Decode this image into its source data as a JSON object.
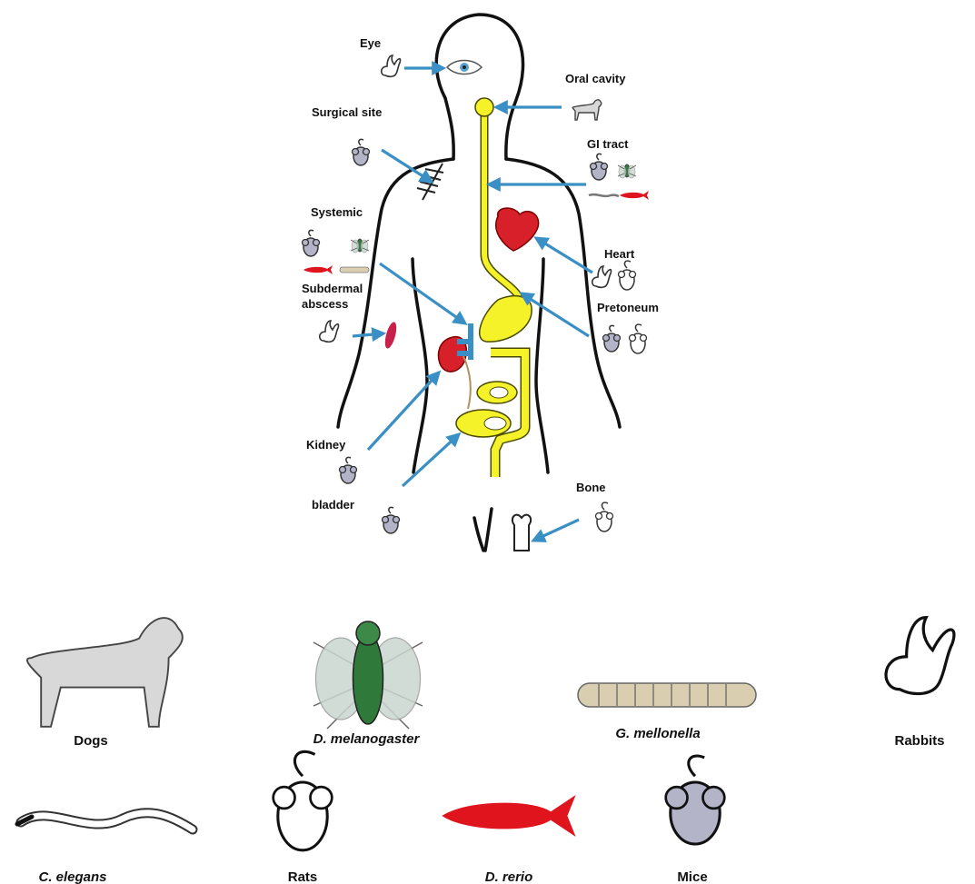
{
  "site_labels": {
    "eye": "Eye",
    "oral_cavity": "Oral cavity",
    "surgical_site": "Surgical site",
    "gi_tract": "GI tract",
    "systemic": "Systemic",
    "heart": "Heart",
    "subdermal_abscess_line1": "Subdermal",
    "subdermal_abscess_line2": "abscess",
    "pretoneum": "Pretoneum",
    "kidney": "Kidney",
    "bladder": "bladder",
    "bone": "Bone"
  },
  "legend": {
    "dogs": "Dogs",
    "d_melanogaster": "D. melanogaster",
    "g_mellonella": "G. mellonella",
    "rabbits": "Rabbits",
    "c_elegans": "C. elegans",
    "rats": "Rats",
    "d_rerio": "D. rerio",
    "mice": "Mice"
  },
  "colors": {
    "arrow": "#3a8fc4",
    "digestive": "#f5f22a",
    "organ_red": "#d8202a",
    "mouse_grey": "#b4b4c8",
    "fly_green": "#2f7a3a",
    "fish_red": "#e0141c"
  }
}
